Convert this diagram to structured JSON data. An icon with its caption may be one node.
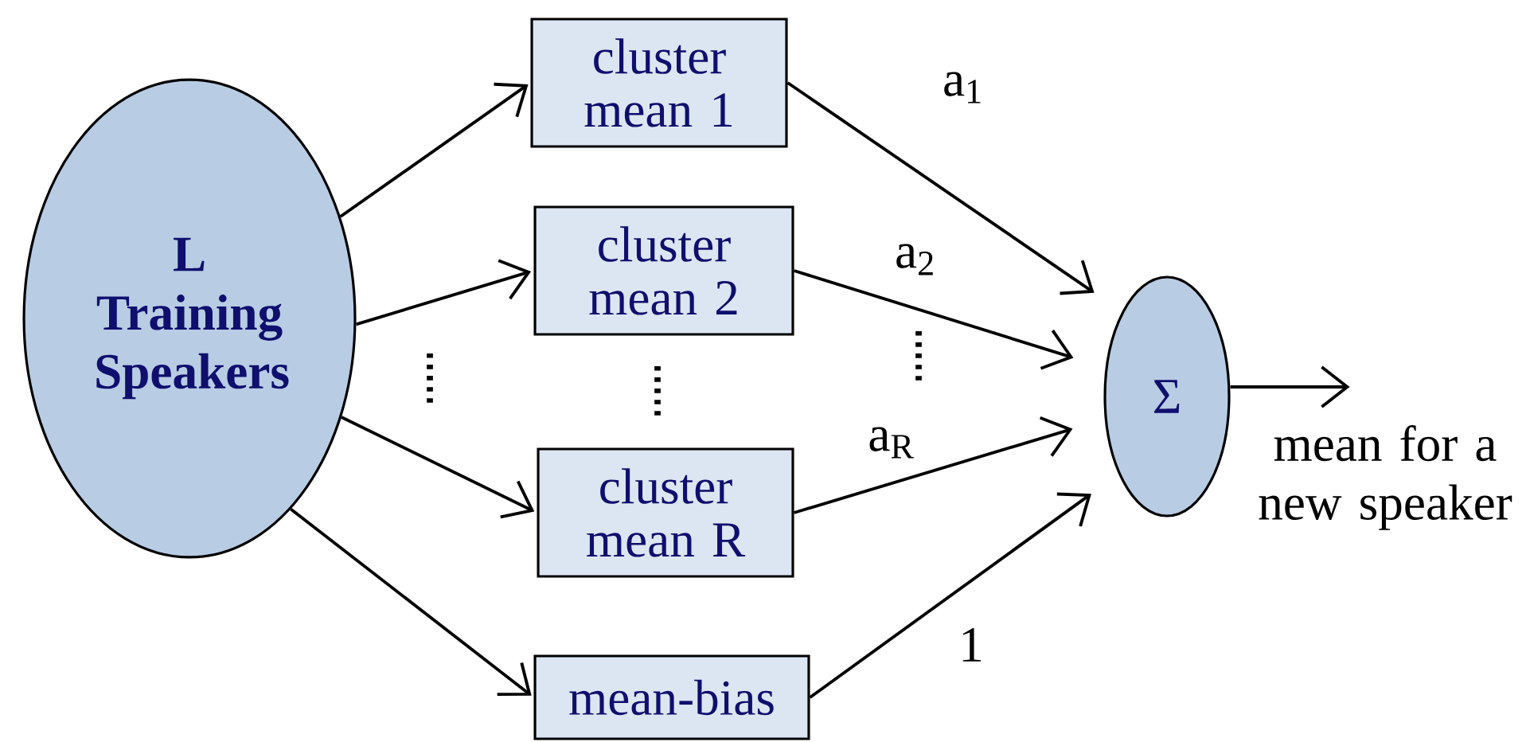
{
  "diagram": {
    "nodes": [
      {
        "text": [
          "L Training Speakers"
        ]
      },
      {
        "text": [
          "cluster mean 1"
        ]
      },
      {
        "text": [
          "cluster mean 2"
        ]
      },
      {
        "text": [
          "cluster mean R"
        ]
      },
      {
        "text": [
          "mean-bias"
        ]
      },
      {
        "text": [
          "Σ"
        ],
        "beside": [
          "mean for a new speaker"
        ]
      }
    ],
    "edges": [
      {
        "from": 0,
        "to": 1,
        "arrow": "to"
      },
      {
        "from": 0,
        "to": 2,
        "arrow": "to"
      },
      {
        "from": 0,
        "to": 3,
        "arrow": "to"
      },
      {
        "from": 0,
        "to": 4,
        "arrow": "to"
      },
      {
        "from": 1,
        "to": 5,
        "arrow": "to",
        "label": "a$_{1}$"
      },
      {
        "from": 2,
        "to": 5,
        "arrow": "to",
        "label": "a$_{2}$"
      },
      {
        "from": 3,
        "to": 5,
        "arrow": "to",
        "label": "a$_{R}$"
      },
      {
        "from": 4,
        "to": 5,
        "arrow": "to",
        "label": "1"
      },
      {
        "from": 5,
        "to": null,
        "arrow": "to"
      }
    ]
  }
}
